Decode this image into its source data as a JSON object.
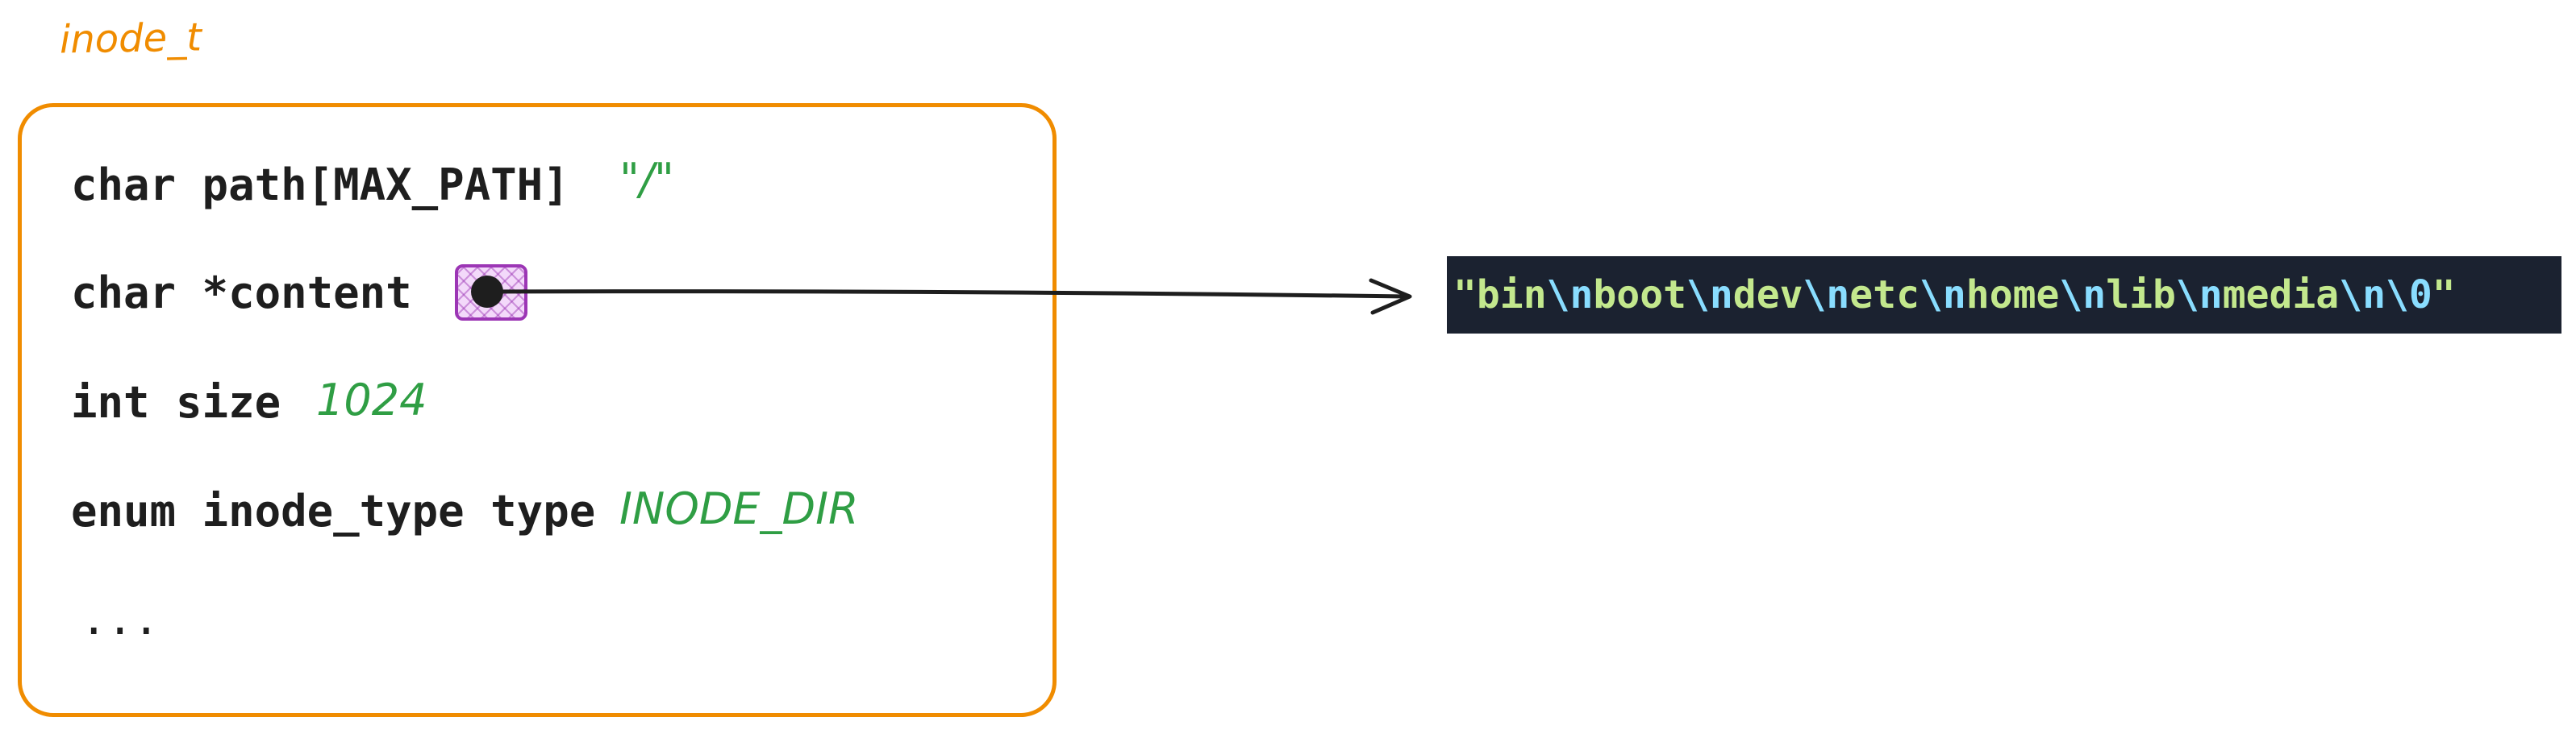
{
  "struct": {
    "name": "inode_t",
    "fields": {
      "path_decl": "char path[MAX_PATH]",
      "path_value": "\"/\"",
      "content_decl": "char *content",
      "size_decl": "int size",
      "size_value": "1024",
      "type_decl": "enum inode_type type",
      "type_value": "INODE_DIR",
      "ellipsis": "..."
    }
  },
  "content_string": {
    "quote_open": "\"",
    "segments": [
      {
        "text": "bin",
        "kind": "literal"
      },
      {
        "text": "\\n",
        "kind": "escape"
      },
      {
        "text": "boot",
        "kind": "literal"
      },
      {
        "text": "\\n",
        "kind": "escape"
      },
      {
        "text": "dev",
        "kind": "literal"
      },
      {
        "text": "\\n",
        "kind": "escape"
      },
      {
        "text": "etc",
        "kind": "literal"
      },
      {
        "text": "\\n",
        "kind": "escape"
      },
      {
        "text": "home",
        "kind": "literal"
      },
      {
        "text": "\\n",
        "kind": "escape"
      },
      {
        "text": "lib",
        "kind": "literal"
      },
      {
        "text": "\\n",
        "kind": "escape"
      },
      {
        "text": "media",
        "kind": "literal"
      },
      {
        "text": "\\n",
        "kind": "escape"
      },
      {
        "text": "\\0",
        "kind": "escape"
      }
    ],
    "quote_close": "\""
  },
  "colors": {
    "struct_border": "#f08c00",
    "value_green": "#2f9e44",
    "pointer_purple": "#9c36b5",
    "string_bg": "#1b2230",
    "string_literal": "#c3e88d",
    "string_escape": "#89ddff"
  }
}
